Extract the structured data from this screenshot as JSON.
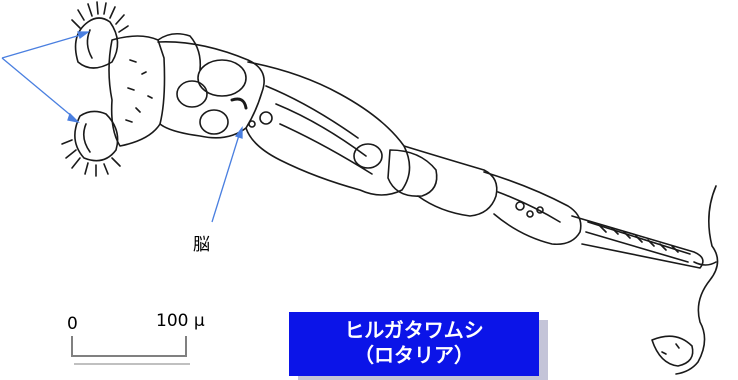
{
  "labels": {
    "brain": "脳",
    "scale_start": "0",
    "scale_end": "100 μ"
  },
  "title": {
    "line1": "ヒルガタワムシ",
    "line2": "（ロタリア）"
  },
  "colors": {
    "arrow": "#4a7fe0",
    "title_box": "#0b14e8",
    "title_shadow": "#c4c4d8",
    "ink": "#1a1a1a"
  }
}
